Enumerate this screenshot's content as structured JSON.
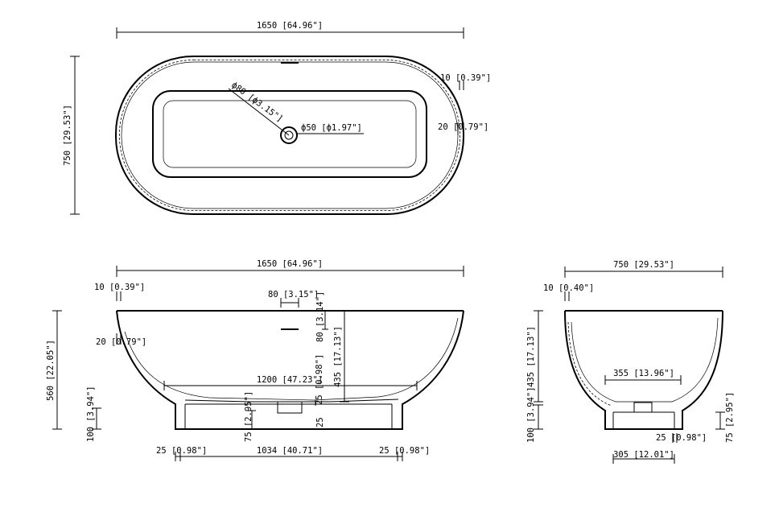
{
  "top_view": {
    "length": "1650 [64.96\"]",
    "width": "750 [29.53\"]",
    "rim": "10 [0.39\"]",
    "wall": "20 [0.79\"]",
    "overflow_dia": "ф80 [ф3.15\"]",
    "drain_dia": "ф50 [ф1.97\"]"
  },
  "front_view": {
    "length": "1650 [64.96\"]",
    "rim": "10 [0.39\"]",
    "overflow_width": "80 [3.15\"]",
    "overflow_drop": "80 [3.14\"]",
    "wall": "20 [0.79\"]",
    "height": "560 [22.05\"]",
    "inner_length": "1200 [47.23\"]",
    "depth": "435 [17.13\"]",
    "floor_thick": "25 [0.98\"]",
    "base_height": "100 [3.94\"]",
    "base_inner": "75 [2.95\"]",
    "base_floor": "25",
    "foot_left": "25 [0.98\"]",
    "base_length": "1034 [40.71\"]",
    "foot_right": "25 [0.98\"]"
  },
  "side_view": {
    "width": "750 [29.53\"]",
    "rim": "10 [0.40\"]",
    "depth": "435 [17.13\"]",
    "inner_width": "355 [13.96\"]",
    "base_height": "100 [3.94\"]",
    "base_inner": "75 [2.95\"]",
    "foot": "25 [0.98\"]",
    "base_width": "305 [12.01\"]"
  }
}
